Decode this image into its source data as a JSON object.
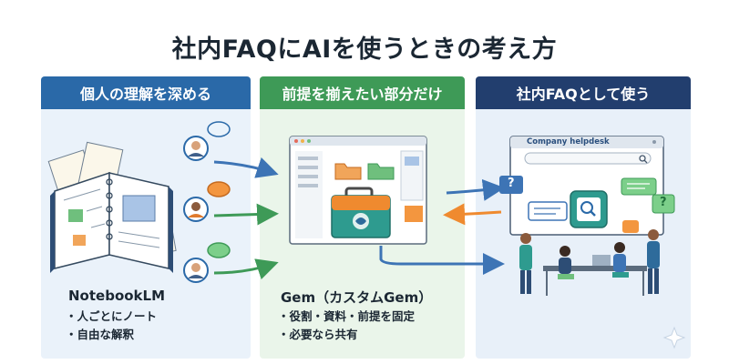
{
  "title": "社内FAQにAIを使うときの考え方",
  "columns": [
    {
      "header": "個人の理解を深める",
      "tool": "NotebookLM",
      "bullets": [
        "人ごとにノート",
        "自由な解釈"
      ]
    },
    {
      "header": "前提を揃えたい部分だけ",
      "tool": "Gem（カスタムGem）",
      "bullets": [
        "役割・資料・前提を固定",
        "必要なら共有"
      ]
    },
    {
      "header": "社内FAQとして使う",
      "helpdesk_label": "Company helpdesk",
      "bubble_marks": [
        "?",
        "?"
      ]
    }
  ],
  "colors": {
    "col1_header": "#2a69a8",
    "col2_header": "#3e9a57",
    "col3_header": "#223e6e",
    "arrow_blue": "#3d74b5",
    "arrow_green": "#3e9a57",
    "arrow_orange": "#ef8a2f"
  },
  "icons": [
    "open-notebook-icon",
    "person-icon",
    "speech-bubble-icon",
    "browser-window-icon",
    "toolbox-icon",
    "folder-icon",
    "search-icon",
    "magnifier-app-icon",
    "team-people-icon",
    "sparkle-icon"
  ]
}
